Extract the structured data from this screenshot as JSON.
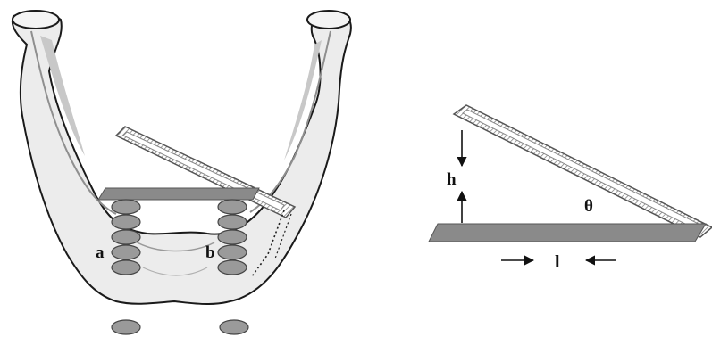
{
  "left_panel": {
    "label_a": "a",
    "label_b": "b"
  },
  "right_panel": {
    "label_h": "h",
    "label_theta": "θ",
    "label_l": "l"
  },
  "colors": {
    "bone_fill": "#ececec",
    "bone_outline": "#1a1a1a",
    "bone_shade": "#b9b9b9",
    "plate": "#8a8a8a",
    "teeth": "#9a9a9a",
    "beam_outline": "#555555"
  }
}
